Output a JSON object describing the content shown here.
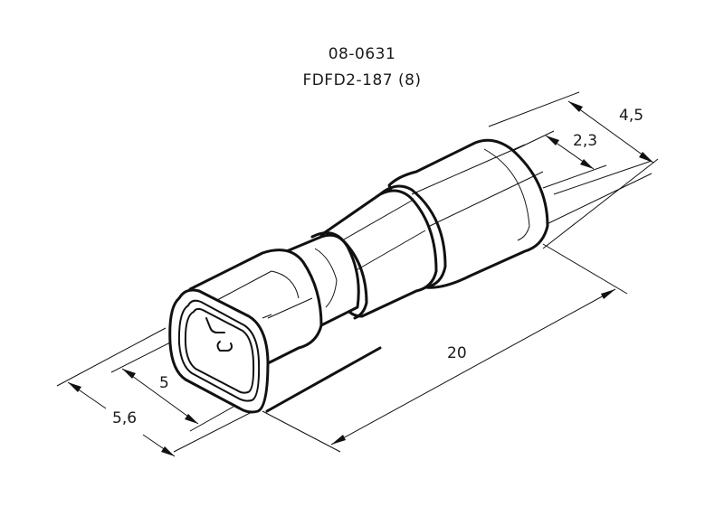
{
  "drawing": {
    "part_number": "08-0631",
    "model": "FDFD2-187 (8)",
    "subject": "insulated female disconnect terminal",
    "line_color": "#111111",
    "background": "#ffffff"
  },
  "dimensions": {
    "outer_diameter": "4,5",
    "inner_diameter": "2,3",
    "length": "20",
    "tab_width": "5",
    "body_width": "5,6"
  }
}
